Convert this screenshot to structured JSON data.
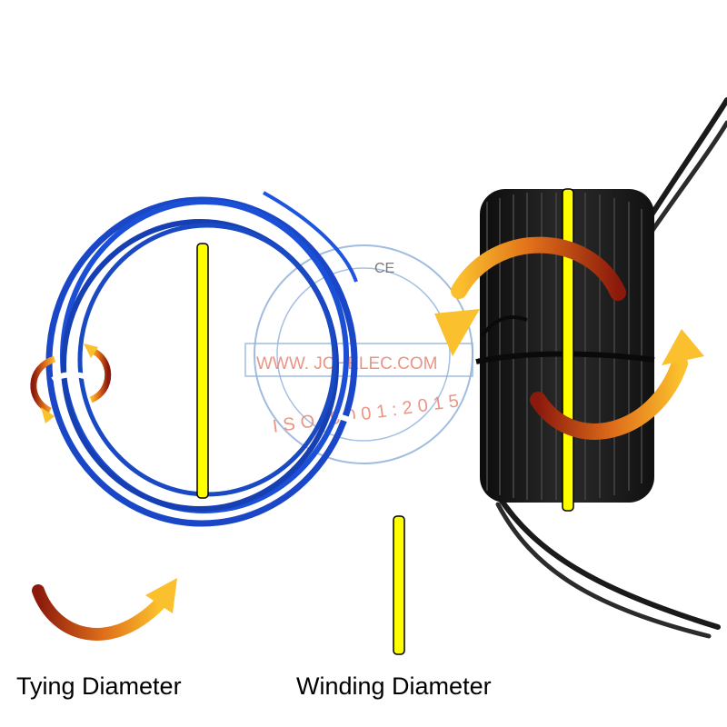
{
  "labels": {
    "tying": "Tying Diameter",
    "winding": "Winding Diameter"
  },
  "watermark": {
    "website": "WWW. JCHELEC.COM",
    "iso": "ISO 9001:2015",
    "ce_mark": "CE"
  },
  "colors": {
    "blue_wire": "#1947c8",
    "black_wire": "#1a1a1a",
    "marker_yellow": "#ffff00",
    "arrow_orange": "#f3a21a",
    "arrow_red": "#8c1a0c",
    "watermark_blue": "#8fb0d8",
    "watermark_red": "#e88a7a"
  }
}
